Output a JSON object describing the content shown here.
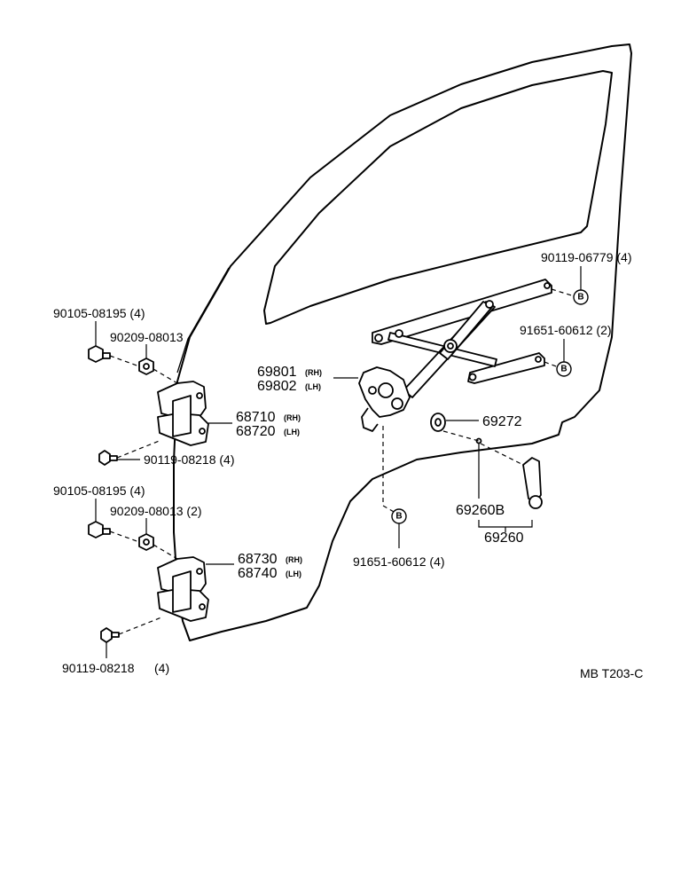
{
  "diagram_code": "MB T203-C",
  "ref_marker": "B",
  "parts": {
    "door_screw_top_qty": "(4)",
    "window_regulator_rh": "69801",
    "window_regulator_lh": "69802",
    "rh_tag": "(RH)",
    "lh_tag": "(LH)",
    "upper_hinge_rh": "68710",
    "upper_hinge_lh": "68720",
    "lower_hinge_rh": "68730",
    "lower_hinge_lh": "68740",
    "handle_knob": "69272",
    "handle_sub": "69260B",
    "handle_assy": "69260"
  },
  "callouts": {
    "regulator_bolt_upper": "90119-06779 (4)",
    "regulator_bolt_rear": "91651-60612 (2)",
    "regulator_bolt_lower": "91651-60612 (4)",
    "upper_hinge_bolt_a": "90105-08195 (4)",
    "upper_hinge_nut": "90209-08013",
    "upper_hinge_bolt_b": "90119-08218 (4)",
    "lower_hinge_bolt_a": "90105-08195 (4)",
    "lower_hinge_nut": "90209-08013 (2)",
    "lower_hinge_bolt_b_no": "90119-08218",
    "lower_hinge_bolt_b_qty": "(4)"
  }
}
